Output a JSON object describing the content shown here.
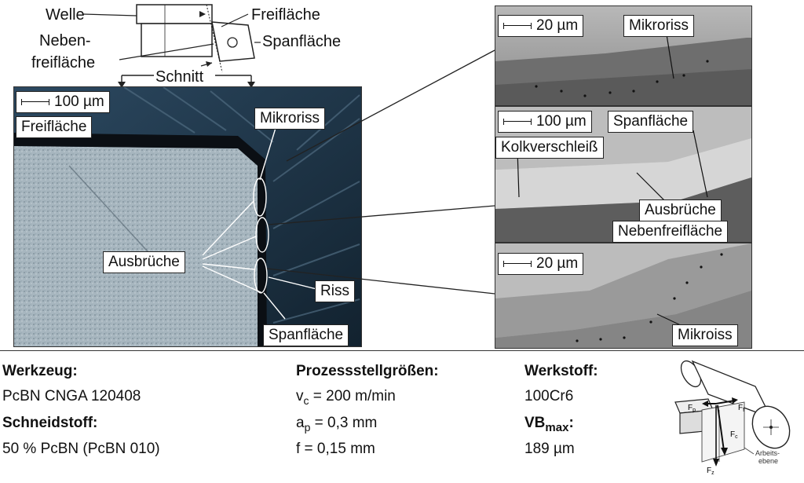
{
  "schematic": {
    "welle": "Welle",
    "freiflaeche": "Freifläche",
    "nebenfreiflaeche_1": "Neben-",
    "nebenfreiflaeche_2": "freifläche",
    "spanflaeche": "Spanfläche",
    "schnitt": "Schnitt"
  },
  "micrograph": {
    "scale": "100 µm",
    "freiflaeche": "Freifläche",
    "mikroriss": "Mikroriss",
    "ausbrueche": "Ausbrüche",
    "riss": "Riss",
    "spanflaeche": "Spanfläche"
  },
  "sem_top": {
    "scale": "20 µm",
    "mikroriss": "Mikroriss"
  },
  "sem_mid": {
    "scale": "100 µm",
    "spanflaeche": "Spanfläche",
    "kolkverschleiss": "Kolkverschleiß",
    "ausbrueche": "Ausbrüche",
    "nebenfreiflaeche": "Nebenfreifläche"
  },
  "sem_bot": {
    "scale": "20 µm",
    "mikroiss": "Mikroiss"
  },
  "info": {
    "werkzeug_label": "Werkzeug:",
    "werkzeug_value": "PcBN CNGA 120408",
    "schneidstoff_label": "Schneidstoff:",
    "schneidstoff_value": "50 % PcBN (PcBN 010)",
    "prozess_label": "Prozessstellgrößen:",
    "vc_sym": "v",
    "vc_sub": "c",
    "vc_val": " = 200 m/min",
    "ap_sym": "a",
    "ap_sub": "p",
    "ap_val": " = 0,3 mm",
    "f_line": "f = 0,15 mm",
    "werkstoff_label": "Werkstoff:",
    "werkstoff_value": "100Cr6",
    "vb_label": "VB",
    "vb_sub": "max",
    "vb_colon": ":",
    "vb_value": "189 µm"
  },
  "force_diagram": {
    "fp": "F",
    "fp_sub": "p",
    "ff": "F",
    "ff_sub": "f",
    "fc": "F",
    "fc_sub": "c",
    "fz": "F",
    "fz_sub": "z",
    "arbeits_1": "Arbeits-",
    "arbeits_2": "ebene"
  }
}
